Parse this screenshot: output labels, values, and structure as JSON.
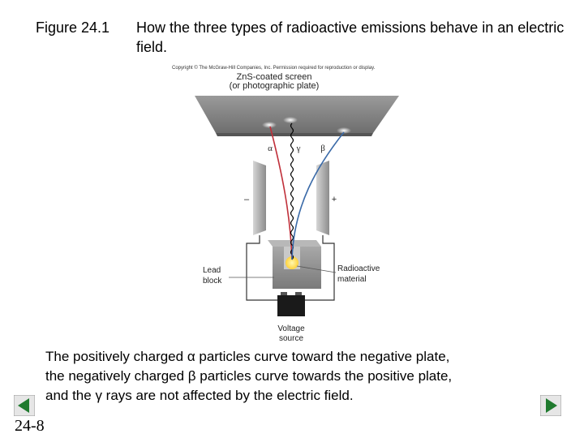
{
  "figure": {
    "number": "Figure 24.1",
    "title": "How the three types of radioactive emissions behave in an electric field."
  },
  "diagram": {
    "copyright": "Copyright © The McGraw-Hill Companies, Inc. Permission required for reproduction or display.",
    "screen_label_line1": "ZnS-coated screen",
    "screen_label_line2": "(or photographic plate)",
    "alpha_label": "α",
    "gamma_label": "γ",
    "beta_label": "β",
    "minus_label": "–",
    "plus_label": "+",
    "lead_label_line1": "Lead",
    "lead_label_line2": "block",
    "radioactive_label_line1": "Radioactive",
    "radioactive_label_line2": "material",
    "voltage_label_line1": "Voltage",
    "voltage_label_line2": "source",
    "colors": {
      "alpha": "#c0303a",
      "beta": "#3a6aa8",
      "gamma": "#000000",
      "glow": "#ffe45c"
    }
  },
  "caption": {
    "line1": "The positively charged α particles curve toward the negative plate,",
    "line2": "the negatively charged β particles curve towards the positive plate,",
    "line3": "and the γ rays are not affected by the electric field."
  },
  "slide_number": "24-8",
  "nav": {
    "prev_icon": "triangle-left-icon",
    "next_icon": "triangle-right-icon",
    "color": "#1f7a2e"
  }
}
